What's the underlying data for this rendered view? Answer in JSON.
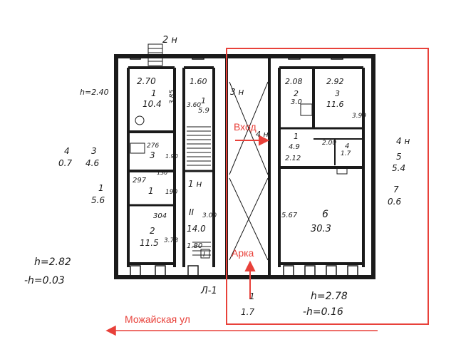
{
  "colors": {
    "ink": "#1a1a1a",
    "highlight": "#e8413a",
    "paper": "#ffffff"
  },
  "annotations": {
    "entrance": "Вход",
    "arch": "Арка",
    "street": "Можайская ул"
  },
  "plan_labels": {
    "top_left_mark": "2 н",
    "h_left": "h=2.40",
    "r_top_ab": "2.70",
    "r1_num": "1",
    "r1_area": "10.4",
    "r1_h": "3.85",
    "r_276": "276",
    "r_3": "3",
    "r_3_h": "1.90",
    "r_4_07_num": "4",
    "r_4_07": "0.7",
    "r_3_46_num": "3",
    "r_3_46": "4.6",
    "r_1_56_num": "1",
    "r_1_56": "5.6",
    "r_130": "130",
    "r_297": "297",
    "r_190": "190",
    "r_1b": "1",
    "r_304": "304",
    "r2_num": "2",
    "r2_area": "11.5",
    "r2_h": "3.78",
    "h_282": "h=2.82",
    "h_003": "-h=0.03",
    "stair_160": "1.60",
    "stair_360": "3.60",
    "stair_1": "1",
    "stair_59": "5.9",
    "stair_3h": "3 н",
    "stair_14": "1 н",
    "stair_II": "II",
    "stair_300": "3.00",
    "stair_140": "14.0",
    "stair_180": "1.80",
    "stair_I": "I",
    "r_208": "2.08",
    "r_292": "2.92",
    "r_2": "2",
    "r_2_area": "3.0",
    "r_3b": "3",
    "r_3b_area": "11.6",
    "r_3b_h": "3.99",
    "r_4h": "4 н",
    "r_1c": "1",
    "r_1c_area": "4.9",
    "r_200": "2.00",
    "r_212": "2.12",
    "r_4b": "4",
    "r_4b_area": "1.7",
    "r_5": "5",
    "r_5_area": "5.4",
    "r_7": "7",
    "r_7_area": "0.6",
    "r_6": "6",
    "r_6_area": "30.3",
    "r_6_h": "5.67",
    "h_278": "h=2.78",
    "h_016": "-h=0.16",
    "arch_1": "1",
    "arch_17": "1.7",
    "bottom_mark": "Л-1"
  }
}
